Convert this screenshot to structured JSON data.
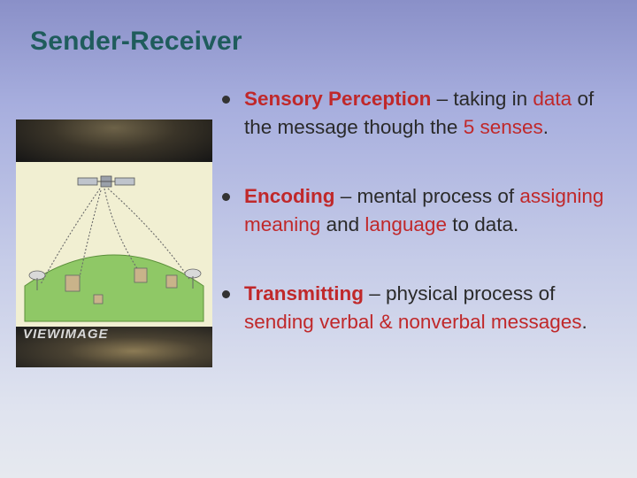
{
  "title": "Sender-Receiver",
  "illustration": {
    "watermark": "VIEWIMAGE"
  },
  "bullets": [
    {
      "term": "Sensory Perception",
      "parts": [
        " – taking in ",
        "data",
        " of the message though the ",
        "5 senses",
        "."
      ]
    },
    {
      "term": "Encoding",
      "parts": [
        " – mental process of ",
        "assigning meaning",
        " and ",
        "language",
        " to data."
      ]
    },
    {
      "term": "Transmitting",
      "parts": [
        " – physical process of ",
        "sending verbal & nonverbal messages",
        "."
      ]
    }
  ],
  "colors": {
    "title": "#1f5c5c",
    "highlight": "#c0282a",
    "text": "#2a2a2a"
  }
}
